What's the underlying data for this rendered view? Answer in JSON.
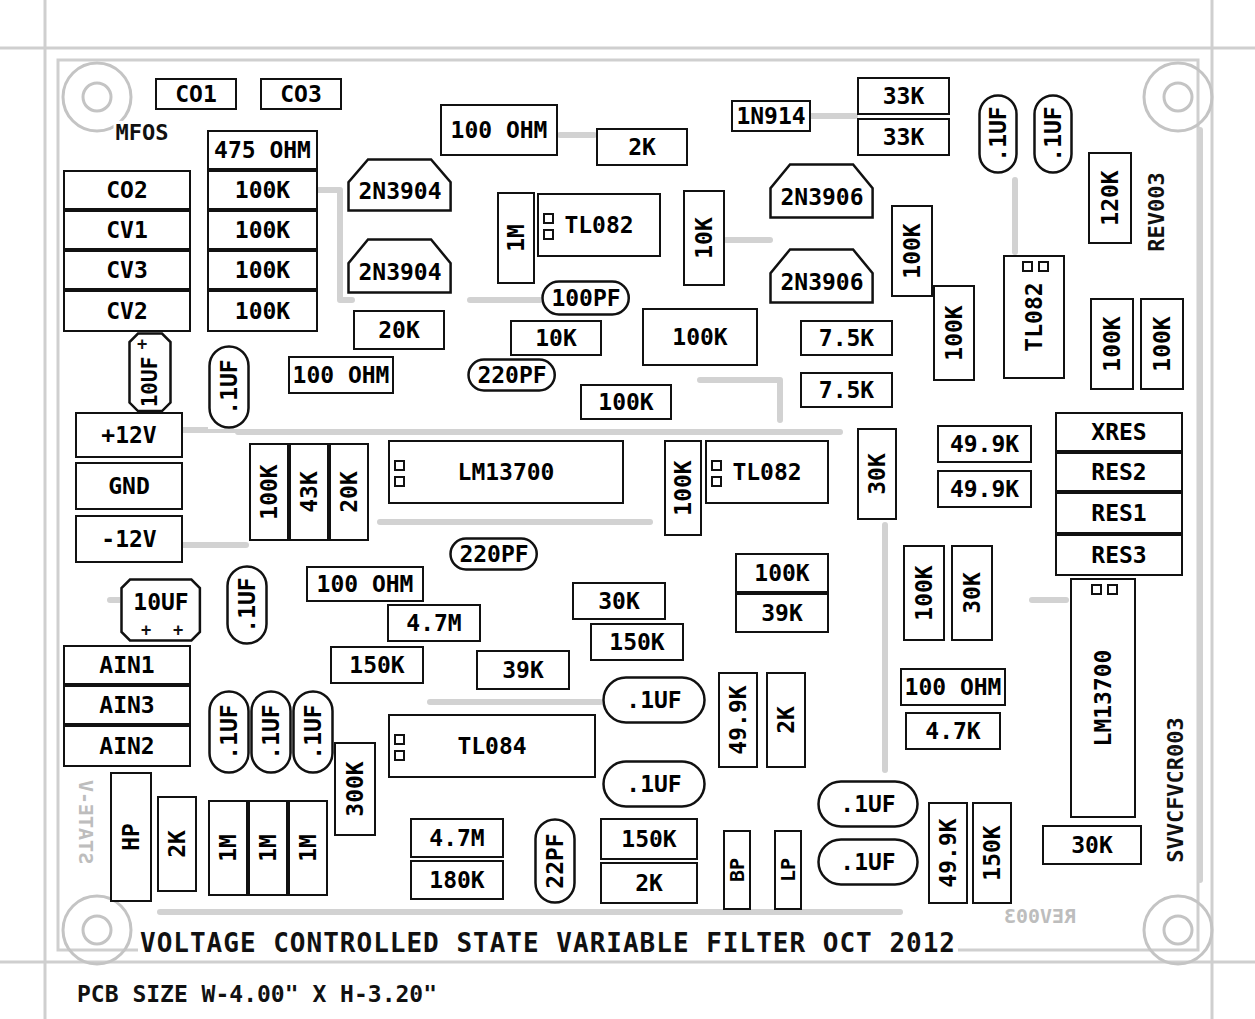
{
  "diagram": {
    "title": "VOLTAGE CONTROLLED STATE VARIABLE FILTER OCT 2012",
    "caption": "PCB SIZE W-4.00\" X H-3.20\"",
    "nodes": [
      {
        "text": [
          "CO1"
        ]
      },
      {
        "text": [
          "CO3"
        ]
      },
      {
        "text": [
          "1N914"
        ]
      },
      {
        "text": [
          "33K"
        ]
      },
      {
        "text": [
          ".1UF"
        ]
      },
      {
        "text": [
          ".1UF"
        ]
      },
      {
        "text": [
          "100 OHM"
        ]
      },
      {
        "text": [
          "2K"
        ]
      },
      {
        "text": [
          "475 OHM"
        ]
      },
      {
        "text": [
          "33K"
        ]
      },
      {
        "text": [
          "2N3904"
        ]
      },
      {
        "text": [
          "120K"
        ]
      },
      {
        "text": [
          "2N3906"
        ]
      },
      {
        "text": [
          "CO2"
        ]
      },
      {
        "text": [
          "100K"
        ]
      },
      {
        "text": [
          "10K"
        ]
      },
      {
        "text": [
          "1M"
        ]
      },
      {
        "text": [
          "TL082"
        ]
      },
      {
        "text": [
          "100K"
        ]
      },
      {
        "text": [
          "CV1"
        ]
      },
      {
        "text": [
          "100K"
        ]
      },
      {
        "text": [
          "2N3904"
        ]
      },
      {
        "text": [
          "2N3906"
        ]
      },
      {
        "text": [
          "CV3"
        ]
      },
      {
        "text": [
          "100K"
        ]
      },
      {
        "text": [
          "TL082"
        ]
      },
      {
        "text": [
          "100PF"
        ]
      },
      {
        "text": [
          "100K"
        ]
      },
      {
        "text": [
          "CV2"
        ]
      },
      {
        "text": [
          "100K"
        ]
      },
      {
        "text": [
          "100K"
        ]
      },
      {
        "text": [
          "100K"
        ]
      },
      {
        "text": [
          "100K"
        ]
      },
      {
        "text": [
          "20K"
        ]
      },
      {
        "text": [
          "10K"
        ]
      },
      {
        "text": [
          "7.5K"
        ]
      },
      {
        "text": [
          "10UF"
        ]
      },
      {
        "text": [
          ".1UF"
        ]
      },
      {
        "text": [
          "100 OHM"
        ]
      },
      {
        "text": [
          "220PF"
        ]
      },
      {
        "text": [
          "7.5K"
        ]
      },
      {
        "text": [
          "100K"
        ]
      },
      {
        "text": [
          "+12V"
        ]
      },
      {
        "text": [
          "XRES"
        ]
      },
      {
        "text": [
          "49.9K"
        ]
      },
      {
        "text": [
          "30K"
        ]
      },
      {
        "text": [
          "LM13700"
        ]
      },
      {
        "text": [
          "100K"
        ]
      },
      {
        "text": [
          "TL082"
        ]
      },
      {
        "text": [
          "100K"
        ]
      },
      {
        "text": [
          "43K"
        ]
      },
      {
        "text": [
          "20K"
        ]
      },
      {
        "text": [
          "RES2"
        ]
      },
      {
        "text": [
          "GND"
        ]
      },
      {
        "text": [
          "49.9K"
        ]
      },
      {
        "text": [
          "RES1"
        ]
      },
      {
        "text": [
          "-12V"
        ]
      },
      {
        "text": [
          "RES3"
        ]
      },
      {
        "text": [
          "220PF"
        ]
      },
      {
        "text": [
          "100K"
        ]
      },
      {
        "text": [
          "30K"
        ]
      },
      {
        "text": [
          "100K"
        ]
      },
      {
        "text": [
          ".1UF"
        ]
      },
      {
        "text": [
          "100 OHM"
        ]
      },
      {
        "text": [
          "LM13700"
        ]
      },
      {
        "text": [
          "10UF"
        ]
      },
      {
        "text": [
          "30K"
        ]
      },
      {
        "text": [
          "39K"
        ]
      },
      {
        "text": [
          "4.7M"
        ]
      },
      {
        "text": [
          "150K"
        ]
      },
      {
        "text": [
          "AIN1"
        ]
      },
      {
        "text": [
          "150K"
        ]
      },
      {
        "text": [
          "39K"
        ]
      },
      {
        "text": [
          "100 OHM"
        ]
      },
      {
        "text": [
          ".1UF"
        ]
      },
      {
        "text": [
          "49.9K"
        ]
      },
      {
        "text": [
          "2K"
        ]
      },
      {
        "text": [
          "AIN3"
        ]
      },
      {
        "text": [
          ".1UF"
        ]
      },
      {
        "text": [
          ".1UF"
        ]
      },
      {
        "text": [
          ".1UF"
        ]
      },
      {
        "text": [
          "4.7K"
        ]
      },
      {
        "text": [
          "TL084"
        ]
      },
      {
        "text": [
          "AIN2"
        ]
      },
      {
        "text": [
          "300K"
        ]
      },
      {
        "text": [
          ".1UF"
        ]
      },
      {
        "text": [
          "HP"
        ]
      },
      {
        "text": [
          ".1UF"
        ]
      },
      {
        "text": [
          "2K"
        ]
      },
      {
        "text": [
          "1M"
        ]
      },
      {
        "text": [
          "1M"
        ]
      },
      {
        "text": [
          "1M"
        ]
      },
      {
        "text": [
          "49.9K"
        ]
      },
      {
        "text": [
          "150K"
        ]
      },
      {
        "text": [
          "4.7M"
        ]
      },
      {
        "text": [
          "22PF"
        ]
      },
      {
        "text": [
          "150K"
        ]
      },
      {
        "text": [
          "30K"
        ]
      },
      {
        "text": [
          "BP"
        ]
      },
      {
        "text": [
          "LP"
        ]
      },
      {
        "text": [
          ".1UF"
        ]
      },
      {
        "text": [
          "180K"
        ]
      },
      {
        "text": [
          "2K"
        ]
      }
    ],
    "labels": [
      "MFOS",
      "REV003",
      "SVVCFVCR003",
      "STATE-V",
      "REV003",
      "+",
      "+",
      "+"
    ]
  }
}
